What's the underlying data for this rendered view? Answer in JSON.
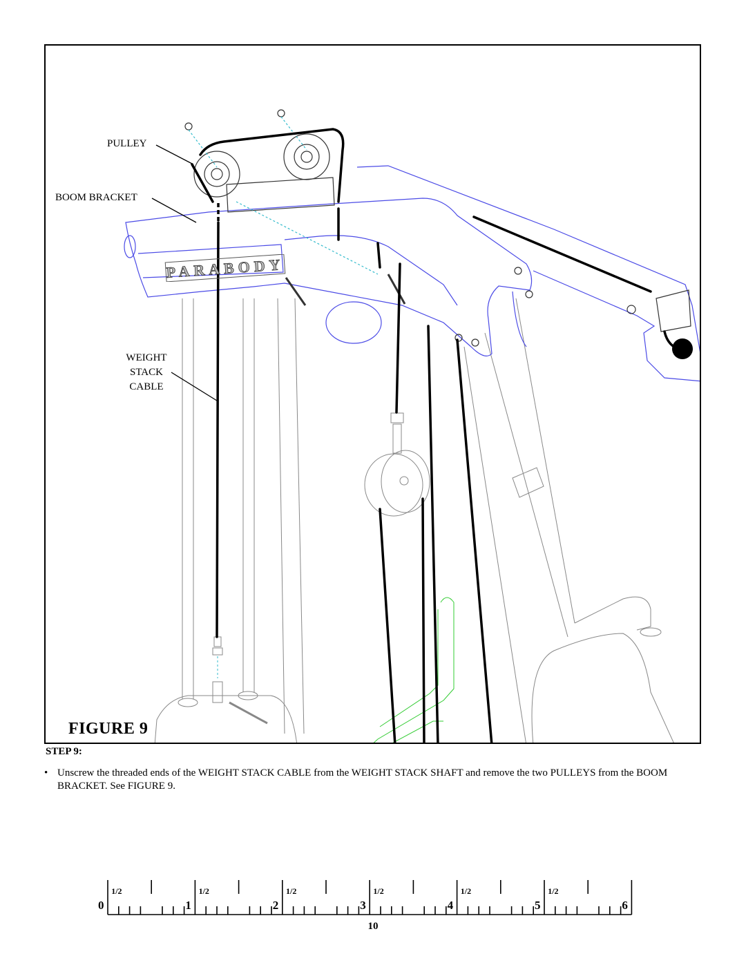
{
  "figure": {
    "label": "FIGURE 9",
    "brand_logo_text": "PARABODY",
    "callouts": {
      "pulley": "PULLEY",
      "boom_bracket": "BOOM BRACKET",
      "weight_stack_cable_line1": "WEIGHT",
      "weight_stack_cable_line2": "STACK",
      "weight_stack_cable_line3": "CABLE"
    },
    "colors": {
      "frame_outline": "#4a4ae6",
      "guide_outline": "#33cc33",
      "hidden_line": "#33bbcc",
      "cable": "#000000"
    }
  },
  "step": {
    "heading": "STEP 9:",
    "bullet": "•",
    "instruction": "Unscrew the threaded ends of the WEIGHT STACK CABLE from the WEIGHT STACK SHAFT and remove the two PULLEYS from the BOOM BRACKET. See FIGURE 9."
  },
  "ruler": {
    "inch_labels": [
      "0",
      "1",
      "2",
      "3",
      "4",
      "5",
      "6"
    ],
    "half_label": "1/2"
  },
  "page_number": "10"
}
